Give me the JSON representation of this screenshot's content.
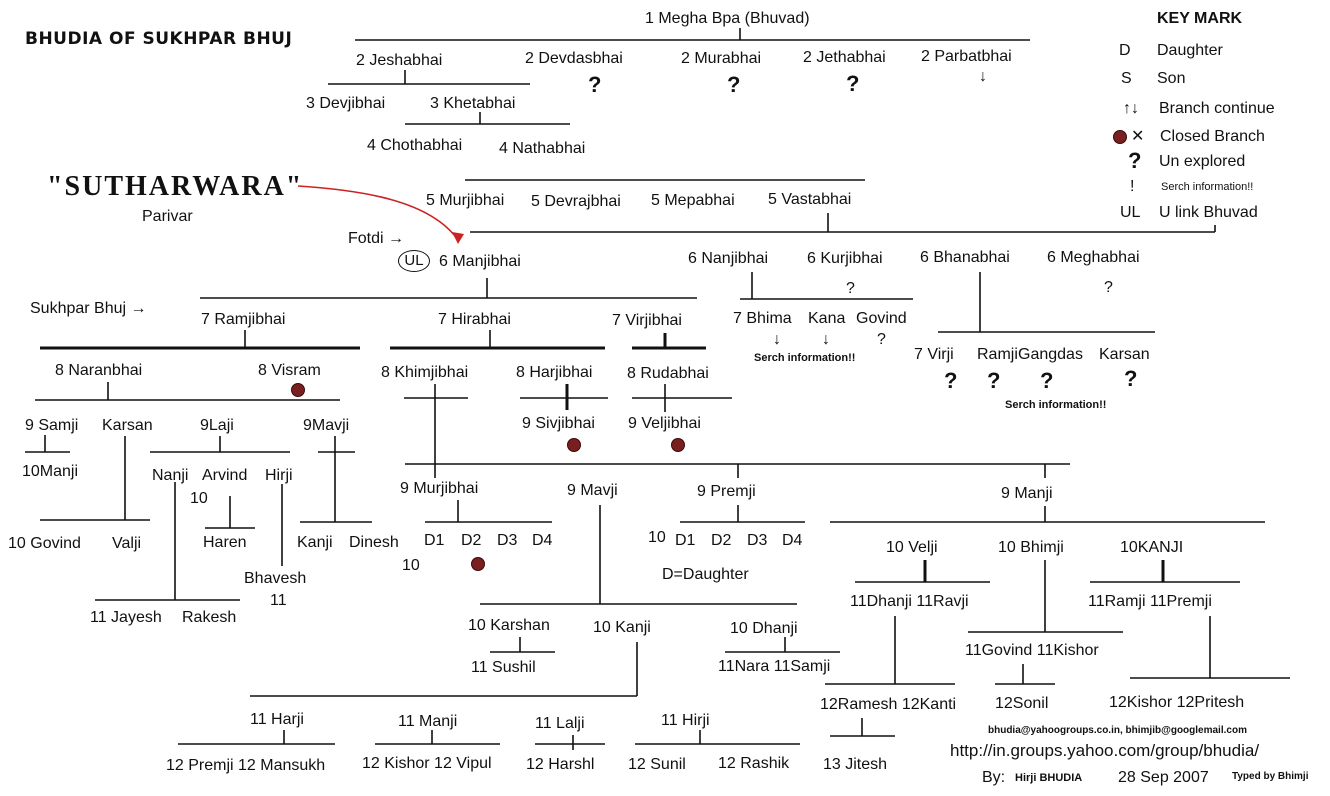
{
  "header": {
    "title": "BHUDIA OF SUKHPAR BHUJ",
    "root": "1 Megha Bpa (Bhuvad)"
  },
  "callouts": {
    "sutharwara": "\"SUTHARWARA\"",
    "parivar": "Parivar",
    "fotdi": "Fotdi →",
    "sukhpar": "Sukhpar Bhuj →",
    "ul": "UL"
  },
  "key": {
    "heading": "KEY MARK",
    "items": [
      {
        "sym": "D",
        "label": "Daughter"
      },
      {
        "sym": "S",
        "label": "Son"
      },
      {
        "sym": "↑↓",
        "label": "Branch continue"
      },
      {
        "sym": "✕",
        "label": "Closed Branch"
      },
      {
        "sym": "?",
        "label": "Un explored"
      },
      {
        "sym": "!",
        "label": "Serch information!!"
      },
      {
        "sym": "UL",
        "label": "U link Bhuvad"
      }
    ]
  },
  "people": {
    "g2": [
      "2 Jeshabhai",
      "2  Devdasbhai",
      "2  Murabhai",
      "2  Jethabhai",
      "2  Parbatbhai"
    ],
    "g3": [
      "3 Devjibhai",
      "3 Khetabhai"
    ],
    "g4": [
      "4 Chothabhai",
      "4 Nathabhai"
    ],
    "g5": [
      "5 Murjibhai",
      "5 Devrajbhai",
      "5 Mepabhai",
      "5 Vastabhai"
    ],
    "g6": [
      "6 Manjibhai",
      "6 Nanjibhai",
      "6 Kurjibhai",
      "6 Bhanabhai",
      "6 Meghabhai"
    ],
    "g7": [
      "7 Ramjibhai",
      "7 Hirabhai",
      "7 Virjibhai",
      "7 Bhima",
      "Kana",
      "Govind",
      "7 Virji",
      "Ramji",
      "Gangdas",
      "Karsan"
    ],
    "g8": [
      "8 Naranbhai",
      "8 Visram",
      "8 Khimjibhai",
      "8 Harjibhai",
      "8 Rudabhai"
    ],
    "g9": [
      "9 Samji",
      "Karsan",
      "9Laji",
      "9Mavji",
      "9 Sivjibhai",
      "9 Veljibhai",
      "9 Murjibhai",
      "9 Mavji",
      "9 Premji",
      "9 Manji"
    ],
    "g10": [
      "10Manji",
      "Nanji",
      "Arvind",
      "10",
      "Hirji",
      "10  Govind",
      "Valji",
      "Haren",
      "Kanji",
      "Dinesh",
      "Bhavesh",
      "D1",
      "D2",
      "D3",
      "D4",
      "10",
      "10",
      "D1",
      "D2",
      "D3",
      "D4",
      "D=Daughter",
      "10 Velji",
      "10 Bhimji",
      "10KANJI",
      "10 Karshan",
      "10 Kanji",
      "10 Dhanji"
    ],
    "g11": [
      "11",
      "11 Jayesh",
      "Rakesh",
      "11 Sushil",
      "11Nara 11Samji",
      "11Dhanji 11Ravji",
      "11Ramji 11Premji",
      "11Govind 11Kishor",
      "11 Harji",
      "11 Manji",
      "11  Lalji",
      "11  Hirji"
    ],
    "g12": [
      "12Ramesh 12Kanti",
      "12Sonil",
      "12Kishor 12Pritesh",
      "12 Premji 12 Mansukh",
      "12 Kishor 12 Vipul",
      "12 Harshl",
      "12 Sunil",
      "12  Rashik",
      "13 Jitesh"
    ]
  },
  "notes": {
    "serch1": "Serch information!!",
    "serch2": "Serch information!!",
    "q": "?",
    "arrow_down": "↓"
  },
  "footer": {
    "emails": "bhudia@yahoogroups.co.in, bhimjib@googlemail.com",
    "url": "http://in.groups.yahoo.com/group/bhudia/",
    "by": "By:",
    "author": "Hirji BHUDIA",
    "date": "28 Sep 2007",
    "typed": "Typed by Bhimji"
  },
  "colors": {
    "ink": "#111111",
    "arrow": "#cc2222",
    "closed_dot": "#7a1f1f"
  }
}
